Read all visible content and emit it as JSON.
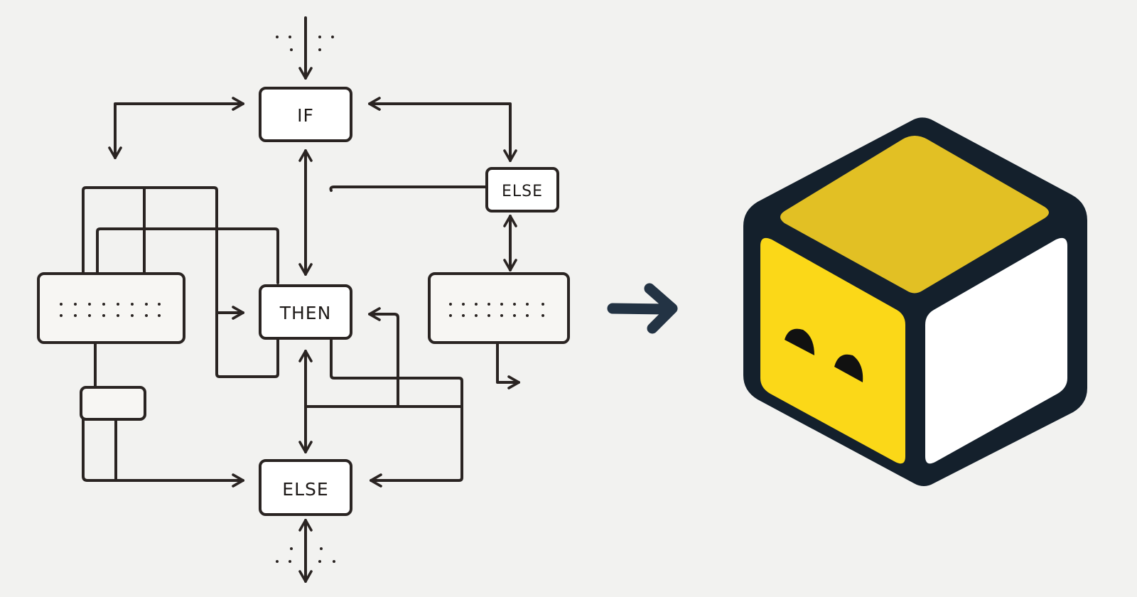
{
  "flowchart": {
    "labels": {
      "if": "IF",
      "then": "THEN",
      "else_main": "ELSE",
      "else_side": "ELSE"
    }
  },
  "cube": {
    "colors": {
      "outline": "#14202c",
      "top": "#e2c024",
      "left": "#fbd818",
      "right": "#ffffff"
    }
  },
  "transform_arrow": {
    "icon": "arrow-right-icon",
    "color": "#233344"
  }
}
